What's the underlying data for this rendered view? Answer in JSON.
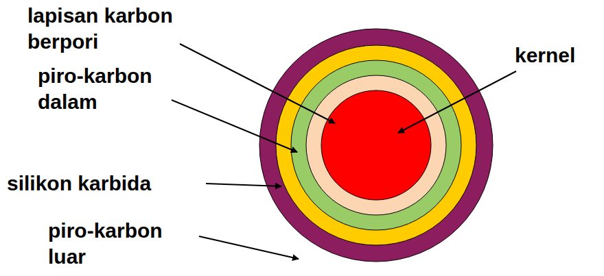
{
  "diagram": {
    "labels": [
      "lapisan karbon berpori",
      "piro-karbon dalam",
      "silikon karbida",
      "piro-karbon luar",
      "kernel"
    ]
  }
}
